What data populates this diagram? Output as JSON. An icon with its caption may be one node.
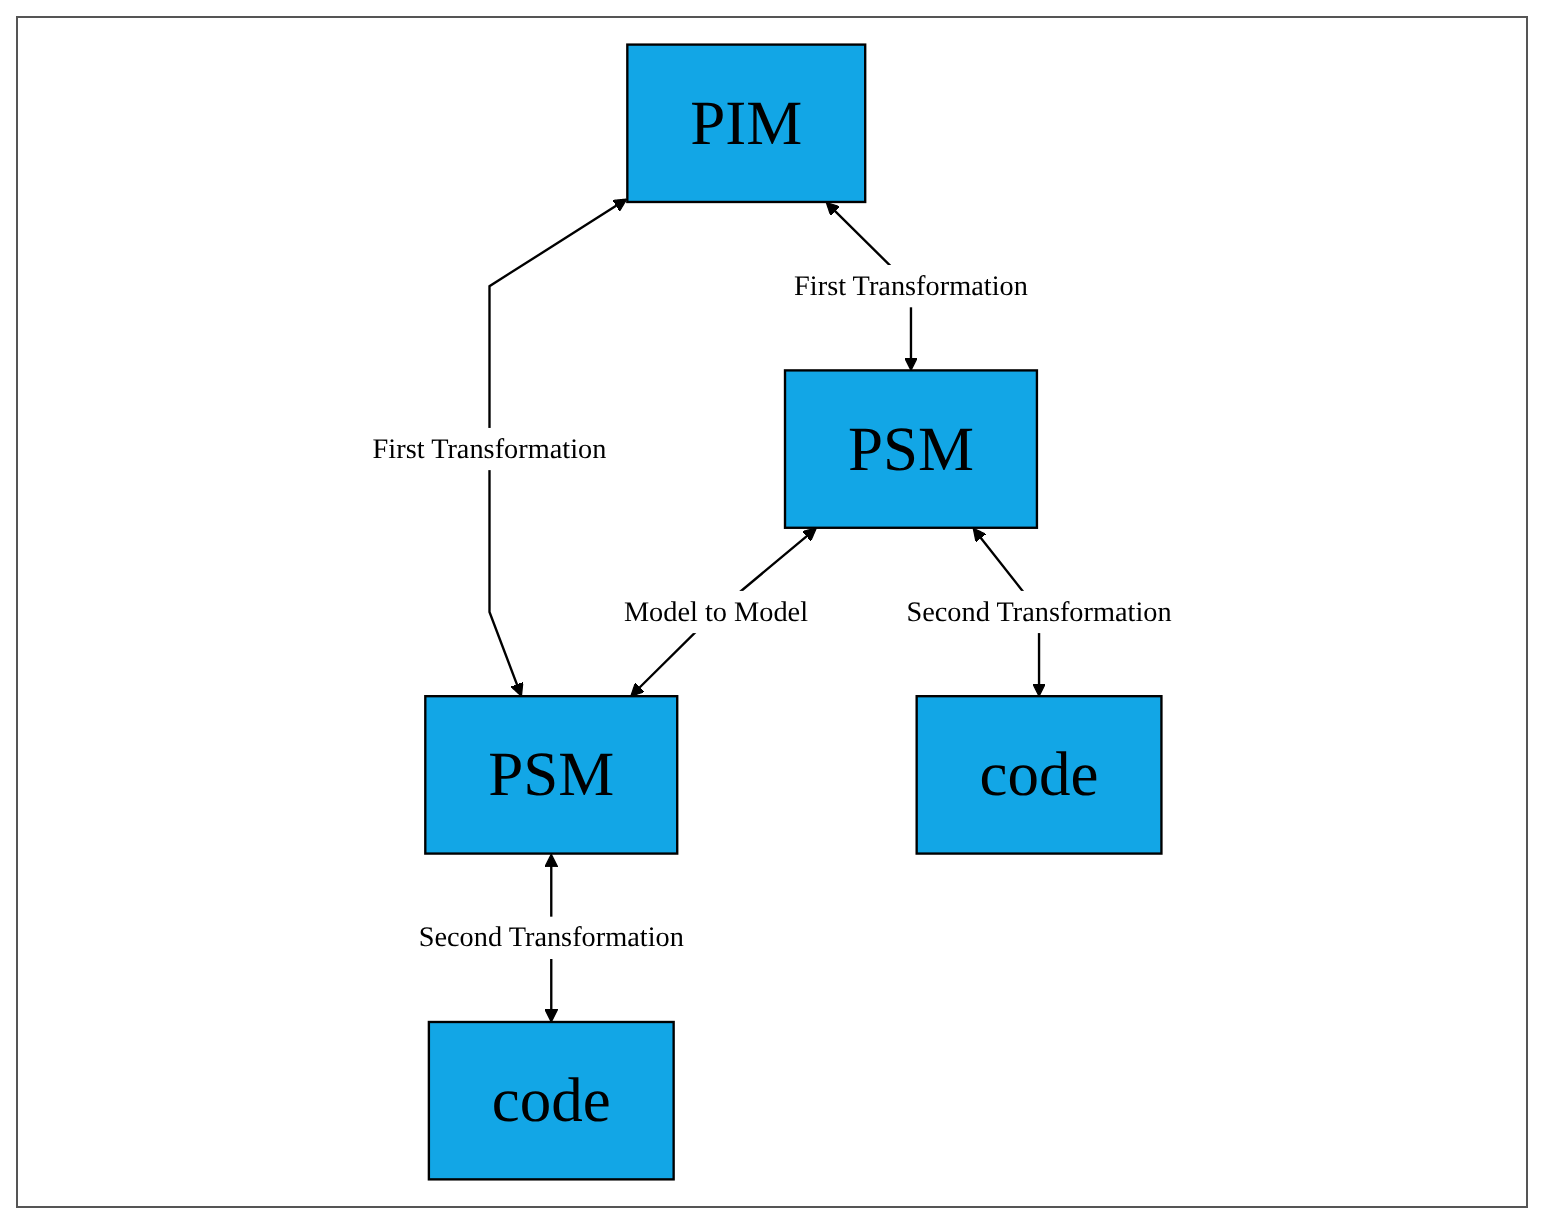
{
  "diagram": {
    "nodes": [
      {
        "text": [
          "PIM"
        ]
      },
      {
        "text": [
          "PSM"
        ]
      },
      {
        "text": [
          "PSM"
        ]
      },
      {
        "text": [
          "code"
        ]
      },
      {
        "text": [
          "code"
        ]
      }
    ],
    "edges": [
      {
        "from": 0,
        "to": 1,
        "arrow": "both",
        "label": "First Transformation"
      },
      {
        "from": 0,
        "to": 2,
        "arrow": "both",
        "label": "First Transformation"
      },
      {
        "from": 1,
        "to": 2,
        "arrow": "both",
        "label": "Model to Model"
      },
      {
        "from": 1,
        "to": 3,
        "arrow": "both",
        "label": "Second Transformation"
      },
      {
        "from": 2,
        "to": 4,
        "arrow": "both",
        "label": "Second Transformation"
      }
    ]
  }
}
